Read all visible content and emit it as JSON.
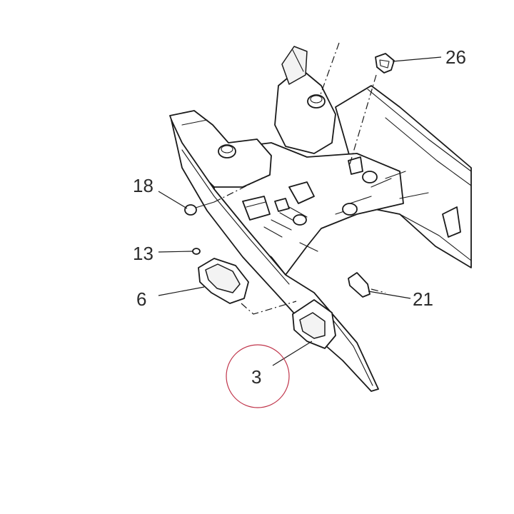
{
  "diagram": {
    "callouts": [
      {
        "id": "26",
        "label": "26"
      },
      {
        "id": "18",
        "label": "18"
      },
      {
        "id": "13",
        "label": "13"
      },
      {
        "id": "6",
        "label": "6"
      },
      {
        "id": "21",
        "label": "21"
      },
      {
        "id": "3",
        "label": "3",
        "highlighted": true
      }
    ],
    "highlight_color": "#c0354b"
  }
}
